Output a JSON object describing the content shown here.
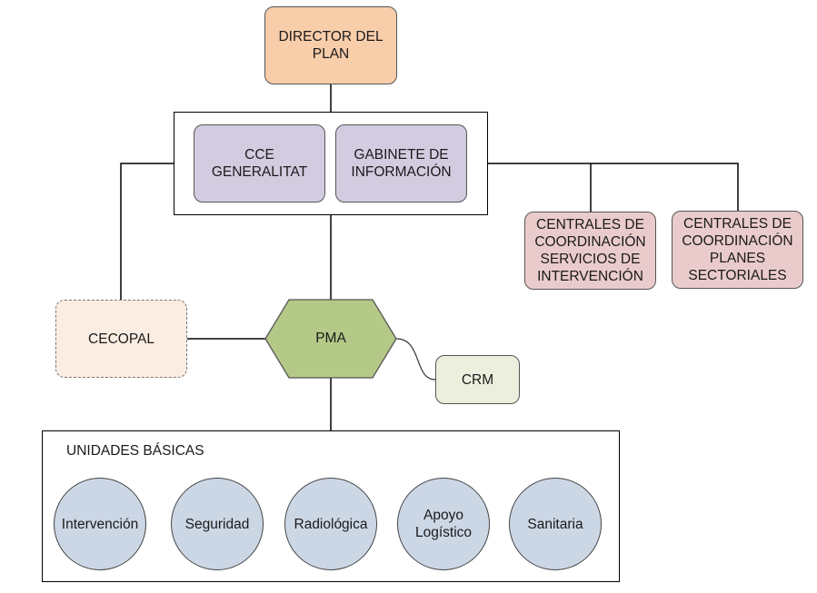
{
  "diagram": {
    "director": "DIRECTOR DEL\nPLAN",
    "cce": "CCE\nGENERALITAT",
    "gabinete": "GABINETE DE\nINFORMACIÓN",
    "centrales_servicios": "CENTRALES DE\nCOORDINACIÓN\nSERVICIOS DE\nINTERVENCIÓN",
    "centrales_planes": "CENTRALES DE\nCOORDINACIÓN\nPLANES\nSECTORIALES",
    "cecopal": "CECOPAL",
    "pma": "PMA",
    "crm": "CRM",
    "unidades_title": "UNIDADES BÁSICAS",
    "unidades": [
      {
        "label": "Intervención"
      },
      {
        "label": "Seguridad"
      },
      {
        "label": "Radiológica"
      },
      {
        "label": "Apoyo\nLogístico"
      },
      {
        "label": "Sanitaria"
      }
    ]
  },
  "colors": {
    "director": "#f8cdaa",
    "group_purple": "#d3cbe0",
    "centrales_pink": "#eacbcc",
    "cecopal": "#fcede2",
    "pma_green": "#b4c987",
    "crm": "#ecefdd",
    "unidades_blue": "#ccd7e6"
  }
}
